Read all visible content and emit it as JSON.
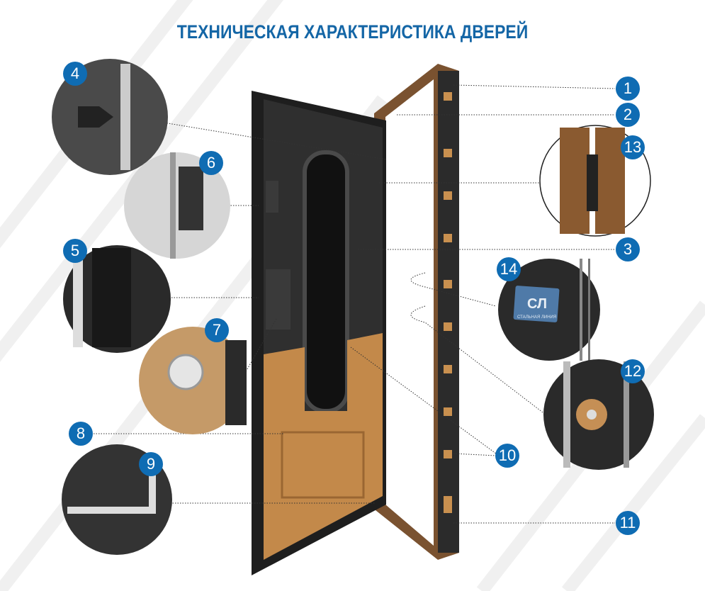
{
  "title": "ТЕХНИЧЕСКАЯ ХАРАКТЕРИСТИКА ДВЕРЕЙ",
  "callouts": [
    "1",
    "2",
    "3",
    "4",
    "5",
    "6",
    "7",
    "8",
    "9",
    "10",
    "11",
    "12",
    "13",
    "14"
  ],
  "logo": {
    "mark": "СЛ",
    "text": "СТАЛЬНАЯ ЛИНИЯ"
  },
  "colors": {
    "accent": "#0f6cb3",
    "title": "#1466a6",
    "wood": "#b07a3e",
    "metal": "#2a2a2a"
  }
}
